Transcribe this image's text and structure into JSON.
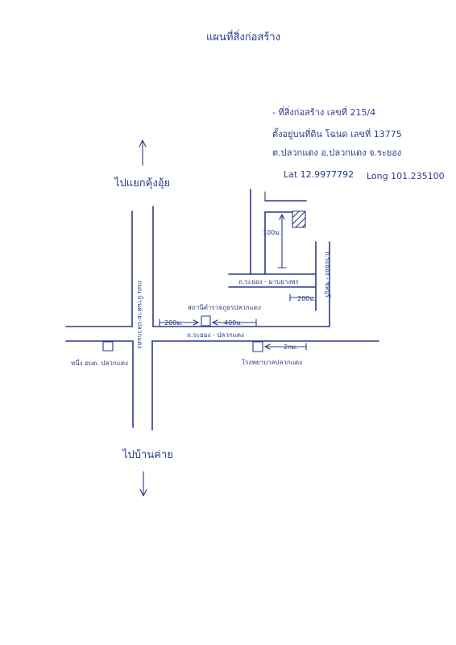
{
  "map": {
    "title": "แผนที่สิ่งก่อสร้าง",
    "info": {
      "line1": "- ที่สิ่งก่อสร้าง เลขที่ 215/4",
      "line2": "ตั้งอยู่บนที่ดิน โฉนด เลขที่ 13775",
      "line3": "ต.ปลวกแดง  อ.ปลวกแดง  จ.ระยอง",
      "lat": "Lat 12.9977792",
      "long": "Long 101.235100"
    },
    "direction_north": "ไปแยกคุ้งอุ้ย",
    "direction_south": "ไปบ้านค่าย",
    "main_road": "ถนน บ้านค่าย-ปลวกแดง",
    "road_horizontal": "ถ.ระยอง - ปลวกแดง",
    "road_upper": "ถ.ระยอง - มาบยางพร",
    "road_right": "ถ.ระยอง - ชลบุรี",
    "police_station": "โรงพยาบาลปลวกแดง",
    "school": "สถานีตำรวจภูธรปลวกแดง",
    "district_office": "หนึ่ง อบต. ปลวกแดง",
    "dist_200_left": "200ม.",
    "dist_400": "400ม.",
    "dist_200_right": "200ม.",
    "dist_100": "100ม.",
    "dist_2km": "2กม."
  }
}
